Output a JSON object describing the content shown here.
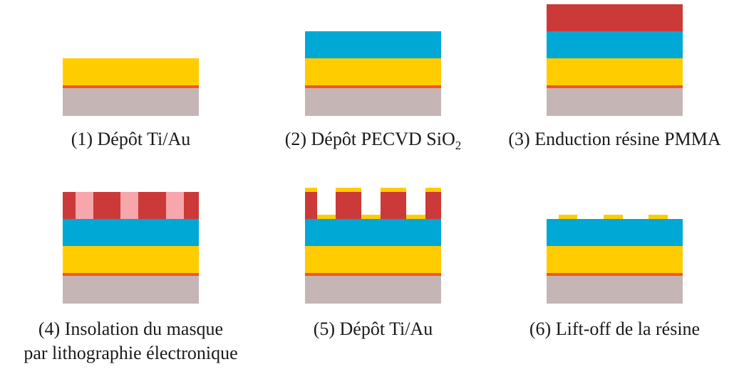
{
  "colors": {
    "substrate": "#c6b5b5",
    "ti_layer": "#f2552a",
    "gold": "#ffcc00",
    "sio2": "#00a8d6",
    "pmma": "#cc3939",
    "pmma_exposed": "#f7a6ab",
    "background": "#ffffff"
  },
  "steps": [
    {
      "caption": "(1) Dépôt Ti/Au"
    },
    {
      "caption_main": "(2) Dépôt PECVD SiO",
      "caption_sub": "2"
    },
    {
      "caption": "(3) Enduction résine PMMA"
    },
    {
      "caption_line1": "(4) Insolation du masque",
      "caption_line2": "par lithographie électronique"
    },
    {
      "caption": "(5) Dépôt Ti/Au"
    },
    {
      "caption": "(6) Lift-off de la résine"
    }
  ]
}
